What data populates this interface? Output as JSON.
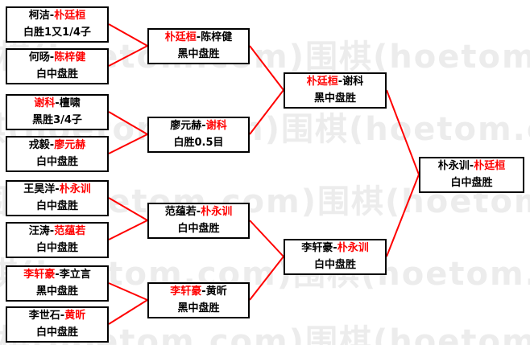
{
  "sep": "-",
  "colors": {
    "win": "#ff0000",
    "loser": "#000000",
    "line": "#ff0000",
    "border": "#000000",
    "watermark": "#ececec"
  },
  "watermark": {
    "unit": "围棋(hoetom.com)",
    "rows": [
      "围棋(hoetom.com)围棋(hoetom.com)",
      "围棋(hoetom.com)围棋(hoetom.com)",
      "围棋(hoetom.com)围棋(hoetom.com)",
      "围棋(hoetom.com)围棋(hoetom.com)",
      "围棋(hoetom.com)围棋(hoetom.com)"
    ]
  },
  "rounds": {
    "r1": [
      {
        "p1": "柯洁",
        "p2": "朴廷桓",
        "c1": "#000000",
        "c2": "#ff0000",
        "result": "白胜1又1/4子"
      },
      {
        "p1": "何旸",
        "p2": "陈梓健",
        "c1": "#000000",
        "c2": "#ff0000",
        "result": "白中盘胜"
      },
      {
        "p1": "谢科",
        "p2": "檀啸",
        "c1": "#ff0000",
        "c2": "#000000",
        "result": "黑胜3/4子"
      },
      {
        "p1": "戎毅",
        "p2": "廖元赫",
        "c1": "#000000",
        "c2": "#ff0000",
        "result": "白中盘胜"
      },
      {
        "p1": "王昊洋",
        "p2": "朴永训",
        "c1": "#000000",
        "c2": "#ff0000",
        "result": "白中盘胜"
      },
      {
        "p1": "汪涛",
        "p2": "范蕴若",
        "c1": "#000000",
        "c2": "#ff0000",
        "result": "白中盘胜"
      },
      {
        "p1": "李轩豪",
        "p2": "李立言",
        "c1": "#ff0000",
        "c2": "#000000",
        "result": "黑中盘胜"
      },
      {
        "p1": "李世石",
        "p2": "黄昕",
        "c1": "#000000",
        "c2": "#ff0000",
        "result": "白中盘胜"
      }
    ],
    "r2": [
      {
        "p1": "朴廷桓",
        "p2": "陈梓健",
        "c1": "#ff0000",
        "c2": "#000000",
        "result": "黑中盘胜"
      },
      {
        "p1": "廖元赫",
        "p2": "谢科",
        "c1": "#000000",
        "c2": "#ff0000",
        "result": "白胜0.5目"
      },
      {
        "p1": "范蕴若",
        "p2": "朴永训",
        "c1": "#000000",
        "c2": "#ff0000",
        "result": "白中盘胜"
      },
      {
        "p1": "李轩豪",
        "p2": "黄昕",
        "c1": "#ff0000",
        "c2": "#000000",
        "result": "黑中盘胜"
      }
    ],
    "r3": [
      {
        "p1": "朴廷桓",
        "p2": "谢科",
        "c1": "#ff0000",
        "c2": "#000000",
        "result": "黑中盘胜"
      },
      {
        "p1": "李轩豪",
        "p2": "朴永训",
        "c1": "#000000",
        "c2": "#ff0000",
        "result": "白中盘胜"
      }
    ],
    "final": [
      {
        "p1": "朴永训",
        "p2": "朴廷桓",
        "c1": "#000000",
        "c2": "#ff0000",
        "result": "白中盘胜"
      }
    ]
  }
}
